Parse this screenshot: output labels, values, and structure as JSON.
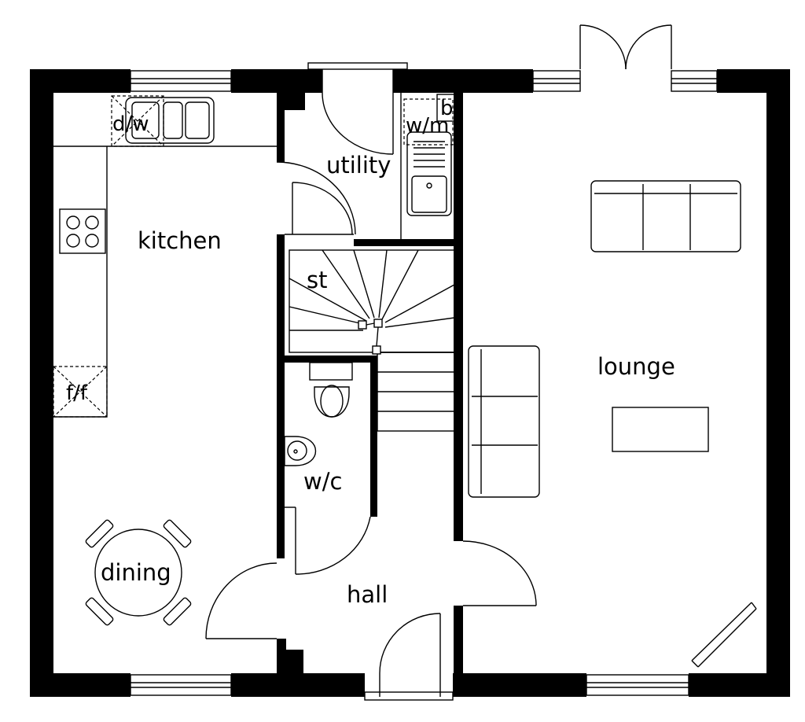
{
  "rooms": {
    "kitchen": "kitchen",
    "utility": "utility",
    "lounge": "lounge",
    "stairs": "st",
    "wc": "w/c",
    "hall": "hall",
    "dining": "dining"
  },
  "appliances": {
    "dishwasher": "d/w",
    "washing_machine": "w/m",
    "boiler": "b",
    "fridge_freezer": "f/f"
  }
}
